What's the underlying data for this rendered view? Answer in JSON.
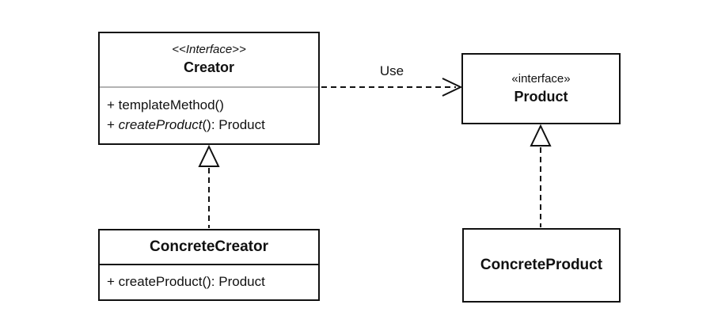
{
  "classes": {
    "creator": {
      "stereotype": "<<Interface>>",
      "name": "Creator",
      "method_template": "+ templateMethod()",
      "method_create_prefix": "+ ",
      "method_create_name": "createProduct",
      "method_create_suffix": "(): Product"
    },
    "product": {
      "stereotype": "«interface»",
      "name": "Product"
    },
    "concrete_creator": {
      "name": "ConcreteCreator",
      "method_create": "+ createProduct(): Product"
    },
    "concrete_product": {
      "name": "ConcreteProduct"
    }
  },
  "relations": {
    "use_label": "Use"
  },
  "colors": {
    "line": "#111111",
    "background": "#ffffff",
    "creator_separator": "#b3b3b3"
  }
}
